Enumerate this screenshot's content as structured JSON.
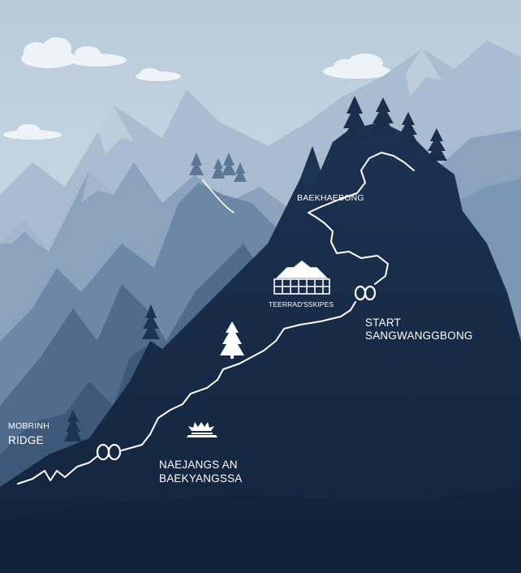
{
  "labels": {
    "peak": "BAEKHAEBONG",
    "shelter": "TEERRAD'SSKIPES",
    "start_line1": "START",
    "start_line2": "SANGWANGGBONG",
    "ridge_line1": "MOBRINH",
    "ridge_line2": "RIDGE",
    "temple_line1": "NAEJANGS AN",
    "temple_line2": "BAEKYANGSSA"
  },
  "icons": [
    "cloud-icon",
    "pine-tree-icon",
    "shelter-icon",
    "temple-icon",
    "waypoint-marker-icon"
  ],
  "colors": {
    "sky": "#c9d6e2",
    "far_mountains": "#a9bccf",
    "mid_mountains": "#7f99b5",
    "near_mountains": "#516e8f",
    "main_mountain": "#162c48",
    "trail": "#ffffff"
  }
}
